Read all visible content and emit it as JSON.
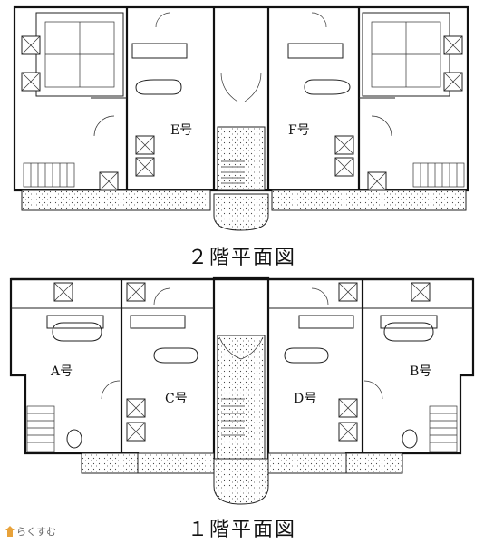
{
  "floors": [
    {
      "title": "２階平面図",
      "units": [
        {
          "label": "E号"
        },
        {
          "label": "F号"
        }
      ]
    },
    {
      "title": "１階平面図",
      "units": [
        {
          "label": "A号"
        },
        {
          "label": "B号"
        },
        {
          "label": "C号"
        },
        {
          "label": "D号"
        }
      ]
    }
  ],
  "watermark": {
    "text": "らくすむ",
    "icon": "house-logo-icon",
    "color": "#e8a23a"
  }
}
